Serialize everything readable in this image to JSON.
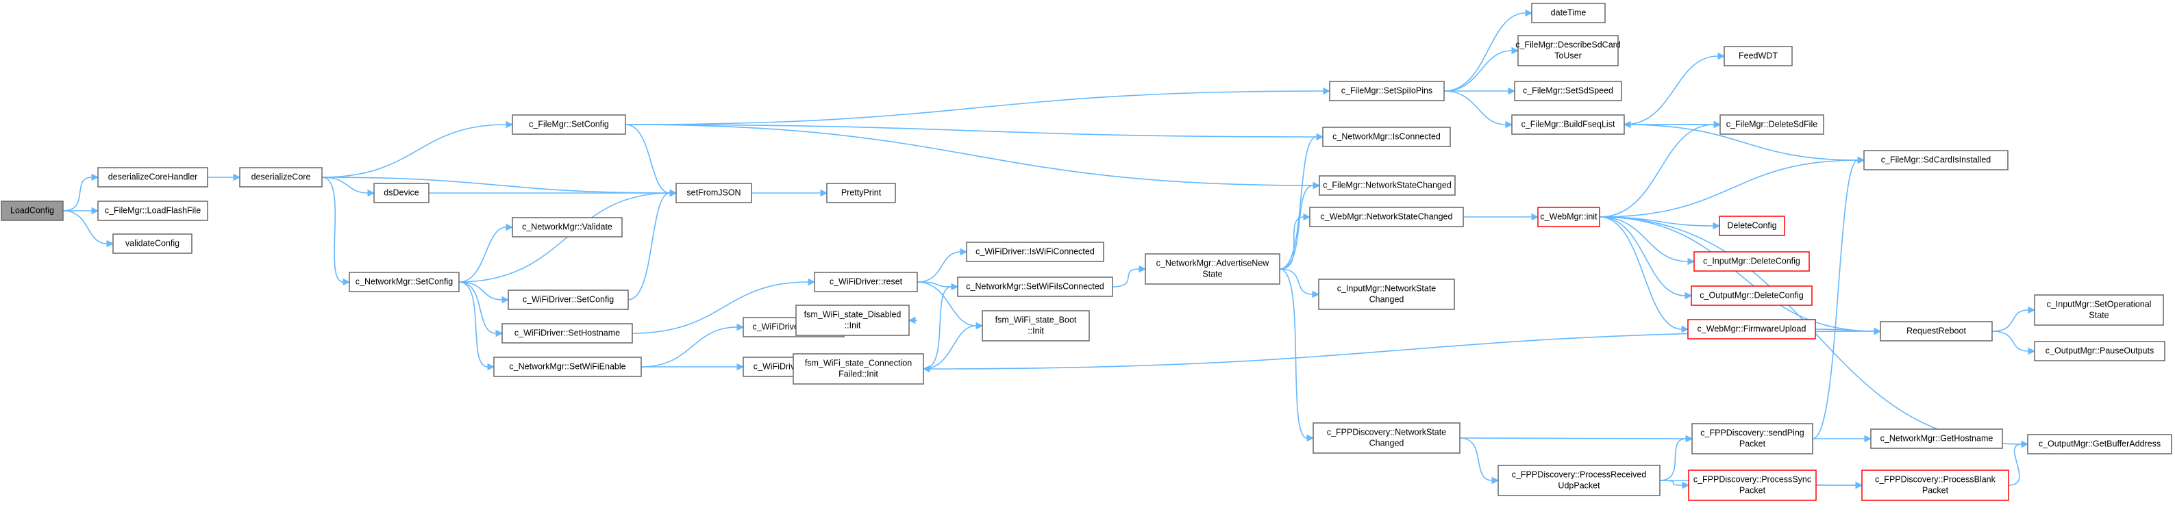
{
  "graph": {
    "nodes": {
      "LoadConfig": "LoadConfig",
      "deserializeCoreHandler": "deserializeCoreHandler",
      "LoadFlashFile": "c_FileMgr::LoadFlashFile",
      "validateConfig": "validateConfig",
      "deserializeCore": "deserializeCore",
      "FileMgrSetConfig": "c_FileMgr::SetConfig",
      "dsDevice": "dsDevice",
      "NetValidate": "c_NetworkMgr::Validate",
      "NetSetConfig": "c_NetworkMgr::SetConfig",
      "WiFiSetConfig": "c_WiFiDriver::SetConfig",
      "WiFiSetHostname": "c_WiFiDriver::SetHostname",
      "NetSetWiFiEnable": "c_NetworkMgr::SetWiFiEnable",
      "setFromJSON": "setFromJSON",
      "PrettyPrint": "PrettyPrint",
      "WiFiReset": "c_WiFiDriver::reset",
      "WiFiDisable": "c_WiFiDriver::Disable",
      "WiFiEnable": "c_WiFiDriver::Enable",
      "WiFiIsConnected": "c_WiFiDriver::IsWiFiConnected",
      "NetSetWiFiIsConnected": "c_NetworkMgr::SetWiFiIsConnected",
      "StateDisabledInit": [
        "fsm_WiFi_state_Disabled",
        "::Init"
      ],
      "StateBootInit": [
        "fsm_WiFi_state_Boot",
        "::Init"
      ],
      "StateConnFailedInit": [
        "fsm_WiFi_state_Connection",
        "Failed::Init"
      ],
      "NetAdvertise": [
        "c_NetworkMgr::AdvertiseNew",
        "State"
      ],
      "FileSetSpiIoPins": "c_FileMgr::SetSpiIoPins",
      "NetIsConnected": "c_NetworkMgr::IsConnected",
      "FileNetStateChanged": "c_FileMgr::NetworkStateChanged",
      "WebNetStateChanged": "c_WebMgr::NetworkStateChanged",
      "InputNetStateChanged": [
        "c_InputMgr::NetworkState",
        "Changed"
      ],
      "FPPNetStateChanged": [
        "c_FPPDiscovery::NetworkState",
        "Changed"
      ],
      "FPPProcessReceived": [
        "c_FPPDiscovery::ProcessReceived",
        "UdpPacket"
      ],
      "dateTime": "dateTime",
      "DescribeSdCard": [
        "c_FileMgr::DescribeSdCard",
        "ToUser"
      ],
      "SetSdSpeed": "c_FileMgr::SetSdSpeed",
      "BuildFseqList": "c_FileMgr::BuildFseqList",
      "FeedWDT": "FeedWDT",
      "DeleteSdFile": "c_FileMgr::DeleteSdFile",
      "WebInit": "c_WebMgr::init",
      "DeleteConfig": "DeleteConfig",
      "InputDeleteConfig": "c_InputMgr::DeleteConfig",
      "OutputDeleteConfig": "c_OutputMgr::DeleteConfig",
      "FirmwareUpload": "c_WebMgr::FirmwareUpload",
      "SendPing": [
        "c_FPPDiscovery::sendPing",
        "Packet"
      ],
      "ProcessSync": [
        "c_FPPDiscovery::ProcessSync",
        "Packet"
      ],
      "ProcessBlank": [
        "c_FPPDiscovery::ProcessBlank",
        "Packet"
      ],
      "NetGetHostname": "c_NetworkMgr::GetHostname",
      "SdCardIsInstalled": "c_FileMgr::SdCardIsInstalled",
      "RequestReboot": "RequestReboot",
      "InputSetOperational": [
        "c_InputMgr::SetOperational",
        "State"
      ],
      "OutputPause": "c_OutputMgr::PauseOutputs",
      "OutputGetBuffer": "c_OutputMgr::GetBufferAddress"
    },
    "highlighted": [
      "LoadConfig"
    ],
    "red_nodes": [
      "WebInit",
      "DeleteConfig",
      "InputDeleteConfig",
      "OutputDeleteConfig",
      "FirmwareUpload",
      "ProcessSync",
      "ProcessBlank"
    ],
    "edges": [
      [
        "LoadConfig",
        "deserializeCoreHandler"
      ],
      [
        "LoadConfig",
        "LoadFlashFile"
      ],
      [
        "LoadConfig",
        "validateConfig"
      ],
      [
        "deserializeCoreHandler",
        "deserializeCore"
      ],
      [
        "deserializeCore",
        "FileMgrSetConfig"
      ],
      [
        "deserializeCore",
        "dsDevice"
      ],
      [
        "deserializeCore",
        "setFromJSON"
      ],
      [
        "deserializeCore",
        "NetSetConfig"
      ],
      [
        "FileMgrSetConfig",
        "setFromJSON"
      ],
      [
        "FileMgrSetConfig",
        "FileSetSpiIoPins"
      ],
      [
        "FileMgrSetConfig",
        "NetIsConnected"
      ],
      [
        "FileMgrSetConfig",
        "FileNetStateChanged"
      ],
      [
        "dsDevice",
        "setFromJSON"
      ],
      [
        "NetSetConfig",
        "NetValidate"
      ],
      [
        "NetSetConfig",
        "setFromJSON"
      ],
      [
        "NetSetConfig",
        "WiFiSetConfig"
      ],
      [
        "NetSetConfig",
        "WiFiSetHostname"
      ],
      [
        "NetSetConfig",
        "NetSetWiFiEnable"
      ],
      [
        "WiFiSetConfig",
        "setFromJSON"
      ],
      [
        "setFromJSON",
        "PrettyPrint"
      ],
      [
        "WiFiSetHostname",
        "WiFiReset"
      ],
      [
        "NetSetWiFiEnable",
        "WiFiDisable"
      ],
      [
        "NetSetWiFiEnable",
        "WiFiEnable"
      ],
      [
        "WiFiReset",
        "WiFiIsConnected"
      ],
      [
        "WiFiReset",
        "NetSetWiFiIsConnected"
      ],
      [
        "WiFiReset",
        "StateBootInit"
      ],
      [
        "WiFiDisable",
        "StateDisabledInit"
      ],
      [
        "WiFiEnable",
        "StateConnFailedInit"
      ],
      [
        "StateConnFailedInit",
        "NetSetWiFiIsConnected"
      ],
      [
        "StateConnFailedInit",
        "StateBootInit"
      ],
      [
        "StateConnFailedInit",
        "RequestReboot"
      ],
      [
        "NetSetWiFiIsConnected",
        "NetAdvertise"
      ],
      [
        "NetAdvertise",
        "NetIsConnected"
      ],
      [
        "NetAdvertise",
        "FileNetStateChanged"
      ],
      [
        "NetAdvertise",
        "WebNetStateChanged"
      ],
      [
        "NetAdvertise",
        "InputNetStateChanged"
      ],
      [
        "NetAdvertise",
        "FPPNetStateChanged"
      ],
      [
        "FileSetSpiIoPins",
        "dateTime"
      ],
      [
        "FileSetSpiIoPins",
        "DescribeSdCard"
      ],
      [
        "FileSetSpiIoPins",
        "SetSdSpeed"
      ],
      [
        "FileSetSpiIoPins",
        "BuildFseqList"
      ],
      [
        "BuildFseqList",
        "FeedWDT"
      ],
      [
        "BuildFseqList",
        "DeleteSdFile"
      ],
      [
        "BuildFseqList",
        "SdCardIsInstalled"
      ],
      [
        "DeleteSdFile",
        "BuildFseqList"
      ],
      [
        "WebNetStateChanged",
        "WebInit"
      ],
      [
        "WebInit",
        "DeleteSdFile"
      ],
      [
        "WebInit",
        "SdCardIsInstalled"
      ],
      [
        "WebInit",
        "DeleteConfig"
      ],
      [
        "WebInit",
        "InputDeleteConfig"
      ],
      [
        "WebInit",
        "OutputDeleteConfig"
      ],
      [
        "WebInit",
        "FirmwareUpload"
      ],
      [
        "WebInit",
        "RequestReboot"
      ],
      [
        "WebInit",
        "OutputGetBuffer"
      ],
      [
        "FirmwareUpload",
        "RequestReboot"
      ],
      [
        "FPPNetStateChanged",
        "SendPing"
      ],
      [
        "FPPNetStateChanged",
        "FPPProcessReceived"
      ],
      [
        "FPPProcessReceived",
        "SendPing"
      ],
      [
        "FPPProcessReceived",
        "ProcessSync"
      ],
      [
        "FPPProcessReceived",
        "ProcessBlank"
      ],
      [
        "SendPing",
        "NetGetHostname"
      ],
      [
        "SendPing",
        "SdCardIsInstalled"
      ],
      [
        "ProcessSync",
        "ProcessBlank"
      ],
      [
        "ProcessBlank",
        "OutputGetBuffer"
      ],
      [
        "RequestReboot",
        "InputSetOperational"
      ],
      [
        "RequestReboot",
        "OutputPause"
      ]
    ]
  }
}
